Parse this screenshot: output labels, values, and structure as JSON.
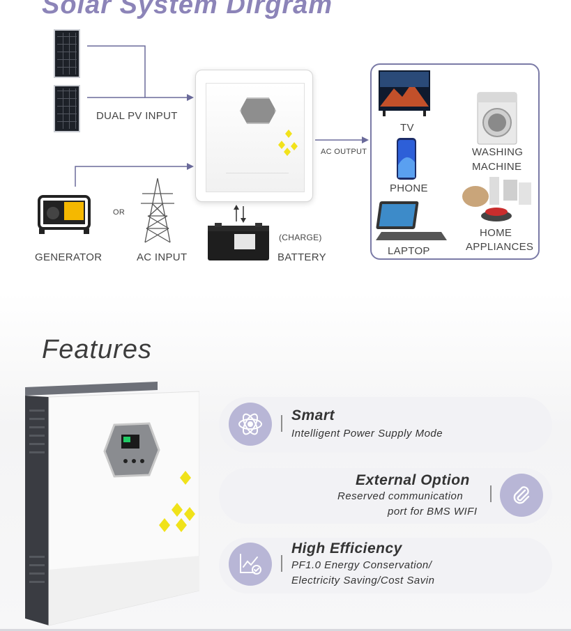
{
  "diagram": {
    "title": "Solar System  Dirgram",
    "labels": {
      "dual_pv": "DUAL PV INPUT",
      "or": "OR",
      "generator": "GENERATOR",
      "ac_input": "AC INPUT",
      "battery": "BATTERY",
      "charge": "(CHARGE)",
      "ac_output": "AC OUTPUT",
      "tv": "TV",
      "phone": "PHONE",
      "laptop": "LAPTOP",
      "washing_machine_1": "WASHING",
      "washing_machine_2": "MACHINE",
      "home_appliances_1": "HOME",
      "home_appliances_2": "APPLIANCES"
    },
    "accent_color": "#7a7aa6"
  },
  "features": {
    "title": "Features",
    "items": [
      {
        "title": "Smart",
        "desc_1": "Intelligent Power Supply Mode",
        "desc_2": "",
        "icon": "atom-icon"
      },
      {
        "title": "External Option",
        "desc_1": "Reserved communication",
        "desc_2": "port for BMS WIFI",
        "icon": "paperclip-icon"
      },
      {
        "title": "High Efficiency",
        "desc_1": "PF1.0 Energy Conservation/",
        "desc_2": "Electricity Saving/Cost Savin",
        "icon": "chart-check-icon"
      }
    ],
    "icon_color": "#b8b6d6"
  }
}
